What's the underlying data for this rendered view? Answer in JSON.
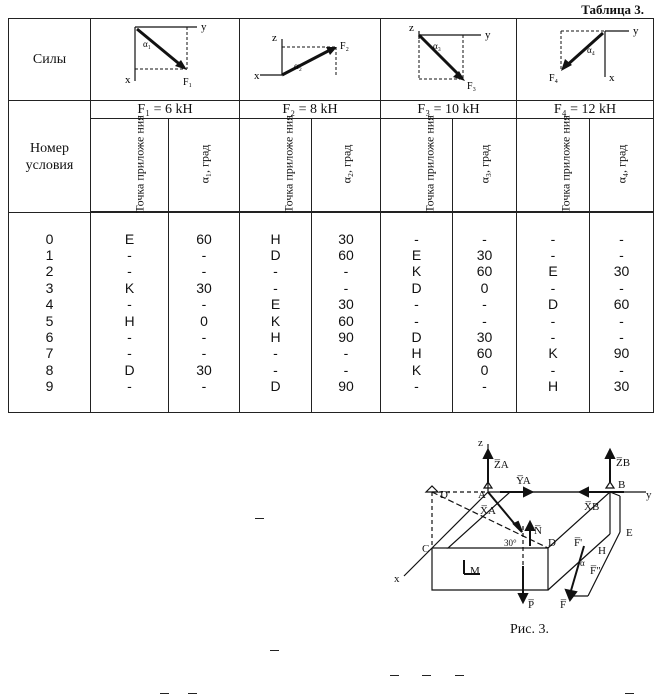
{
  "caption": "Таблица 3.",
  "forces_label": "Силы",
  "condition_label": [
    "Номер",
    "условия"
  ],
  "force_headers": [
    "F₁ = 6 kH",
    "F₂ = 8 kH",
    "F₃ = 10 kH",
    "F₄ = 12 kH"
  ],
  "sub_headers": {
    "point": "Точка приложе ния",
    "alpha1": "α₁, град",
    "alpha2": "α₂, град",
    "alpha3": "α₃, град",
    "alpha4": "α₄, град"
  },
  "icon_labels": {
    "f1": {
      "y": "y",
      "x": "x",
      "a": "α₁",
      "f": "F₁"
    },
    "f2": {
      "z": "z",
      "x": "x",
      "a": "α₂",
      "f": "F₂"
    },
    "f3": {
      "z": "z",
      "y": "y",
      "a": "α₃",
      "f": "F₃"
    },
    "f4": {
      "y": "y",
      "x": "x",
      "a": "α₄",
      "f": "F₄"
    }
  },
  "rows": {
    "n": [
      "0",
      "1",
      "2",
      "3",
      "4",
      "5",
      "6",
      "7",
      "8",
      "9"
    ],
    "p1": [
      "E",
      "-",
      "-",
      "K",
      "-",
      "H",
      "-",
      "-",
      "D",
      "-"
    ],
    "a1": [
      "60",
      "-",
      "-",
      "30",
      "-",
      "0",
      "-",
      "-",
      "30",
      "-"
    ],
    "p2": [
      "H",
      "D",
      "-",
      "-",
      "E",
      "K",
      "H",
      "-",
      "-",
      "D"
    ],
    "a2": [
      "30",
      "60",
      "-",
      "-",
      "30",
      "60",
      "90",
      "-",
      "-",
      "90"
    ],
    "p3": [
      "-",
      "E",
      "K",
      "D",
      "-",
      "-",
      "D",
      "H",
      "K",
      "-"
    ],
    "a3": [
      "-",
      "30",
      "60",
      "0",
      "-",
      "-",
      "30",
      "60",
      "0",
      "-"
    ],
    "p4": [
      "-",
      "-",
      "E",
      "-",
      "D",
      "-",
      "-",
      "K",
      "-",
      "H"
    ],
    "a4": [
      "-",
      "-",
      "30",
      "-",
      "60",
      "-",
      "-",
      "90",
      "-",
      "30"
    ]
  },
  "figure": {
    "caption": "Рис. 3.",
    "labels": {
      "z": "z",
      "y": "y",
      "x": "x",
      "ZA": "Z̅A",
      "YA": "Y̅A",
      "XA": "X̅A",
      "ZB": "Z̅B",
      "XB": "X̅B",
      "A": "A",
      "B": "B",
      "C": "C",
      "D": "D",
      "Dp": "D'",
      "E": "E",
      "H": "H",
      "N": "N̅",
      "M": "M",
      "P": "P̅",
      "F": "F̅",
      "Fp": "F̅'",
      "Fpp": "F̅\"",
      "ang": "30°",
      "alpha": "α"
    }
  }
}
